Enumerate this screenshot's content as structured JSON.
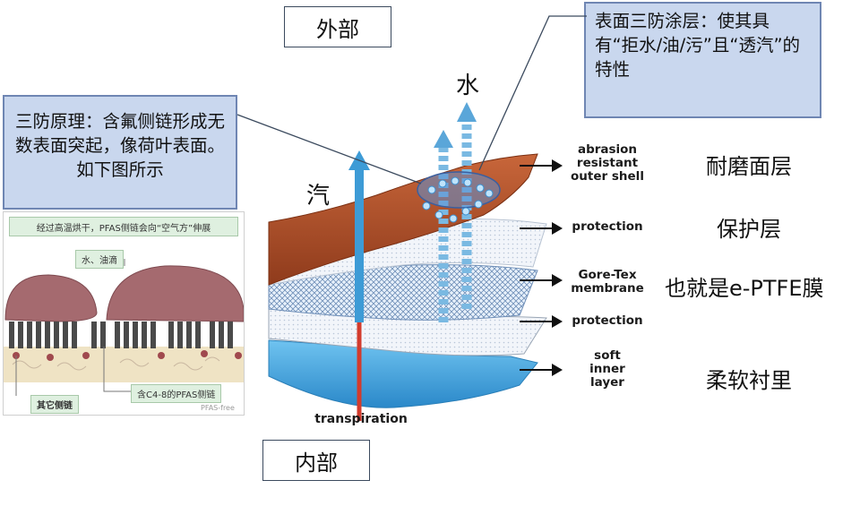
{
  "labels": {
    "outside": "外部",
    "inside": "内部",
    "water": "水",
    "vapor": "汽"
  },
  "notes": {
    "coating": "表面三防涂层：使其具有“拒水/油/污”且“透汽”的特性",
    "principle": "三防原理：含氟侧链形成无数表面突起，像荷叶表面。如下图所示"
  },
  "inset": {
    "header": "经过高温烘干，PFAS侧链会向“空气方”伸展",
    "droplet_label": "水、油滴",
    "other_chain_label": "其它侧链",
    "pfas_chain_label": "含C4-8的PFAS侧链",
    "watermark": "PFAS-free"
  },
  "layers": [
    {
      "en": "abrasion\nresistant\nouter shell",
      "cn": "耐磨面层"
    },
    {
      "en": "protection",
      "cn": "保护层"
    },
    {
      "en": "Gore-Tex\nmembrane",
      "cn": "也就是e-PTFE膜"
    },
    {
      "en": "protection",
      "cn": ""
    },
    {
      "en": "soft\ninner\nlayer",
      "cn": "柔软衬里"
    }
  ],
  "transpiration": "transpiration",
  "colors": {
    "outer_shell": "#b4542a",
    "inner_layer": "#3fa6e6",
    "note_fill": "#c9d7ee",
    "note_border": "#6f86b3",
    "droplet": "#a56a6f",
    "vapor_arrow": "#3d9bd6"
  }
}
